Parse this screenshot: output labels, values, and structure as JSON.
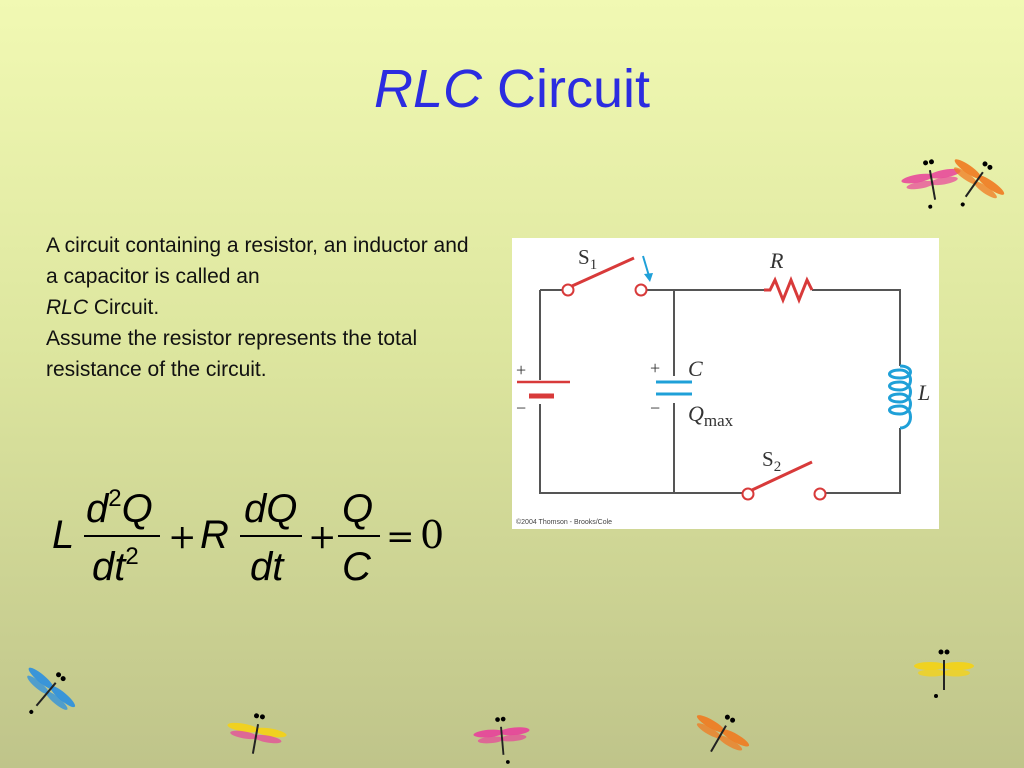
{
  "slide": {
    "title_italic": "RLC",
    "title_rest": " Circuit",
    "body": {
      "line1": "A circuit containing a resistor, an inductor and a capacitor is called an",
      "rlc_italic": "RLC",
      "line2_rest": " Circuit.",
      "line3": "Assume the resistor represents the total resistance of the circuit."
    }
  },
  "figure": {
    "switch1_label": "S",
    "switch1_sub": "1",
    "switch2_label": "S",
    "switch2_sub": "2",
    "resistor_label": "R",
    "inductor_label": "L",
    "capacitor_label": "C",
    "charge_label": "Q",
    "charge_sub": "max",
    "plus_sign": "+",
    "minus_sign": "−",
    "copyright": "©2004 Thomson - Brooks/Cole"
  },
  "equation": {
    "L": "L",
    "d": "d",
    "sq": "2",
    "Q": "Q",
    "dt": "dt",
    "dQ": "dQ",
    "R": "R",
    "C": "C",
    "plus": "+",
    "equals": "=",
    "zero": "0"
  },
  "colors": {
    "title": "#2c2ce0",
    "wire": "#555555",
    "switch": "#d83a3a",
    "capacitor": "#1fa0d8",
    "inductor": "#1fa0d8"
  },
  "decorations": [
    {
      "icon": "dragonfly-icon",
      "color": "#e8409a"
    },
    {
      "icon": "dragonfly-icon",
      "color": "#f07a20"
    },
    {
      "icon": "dragonfly-icon",
      "color": "#2a8fe0"
    },
    {
      "icon": "dragonfly-icon",
      "color": "#f2d21a"
    },
    {
      "icon": "dragonfly-icon",
      "color": "#e8409a"
    },
    {
      "icon": "dragonfly-icon",
      "color": "#f07a20"
    },
    {
      "icon": "dragonfly-icon",
      "color": "#f2d21a"
    }
  ]
}
